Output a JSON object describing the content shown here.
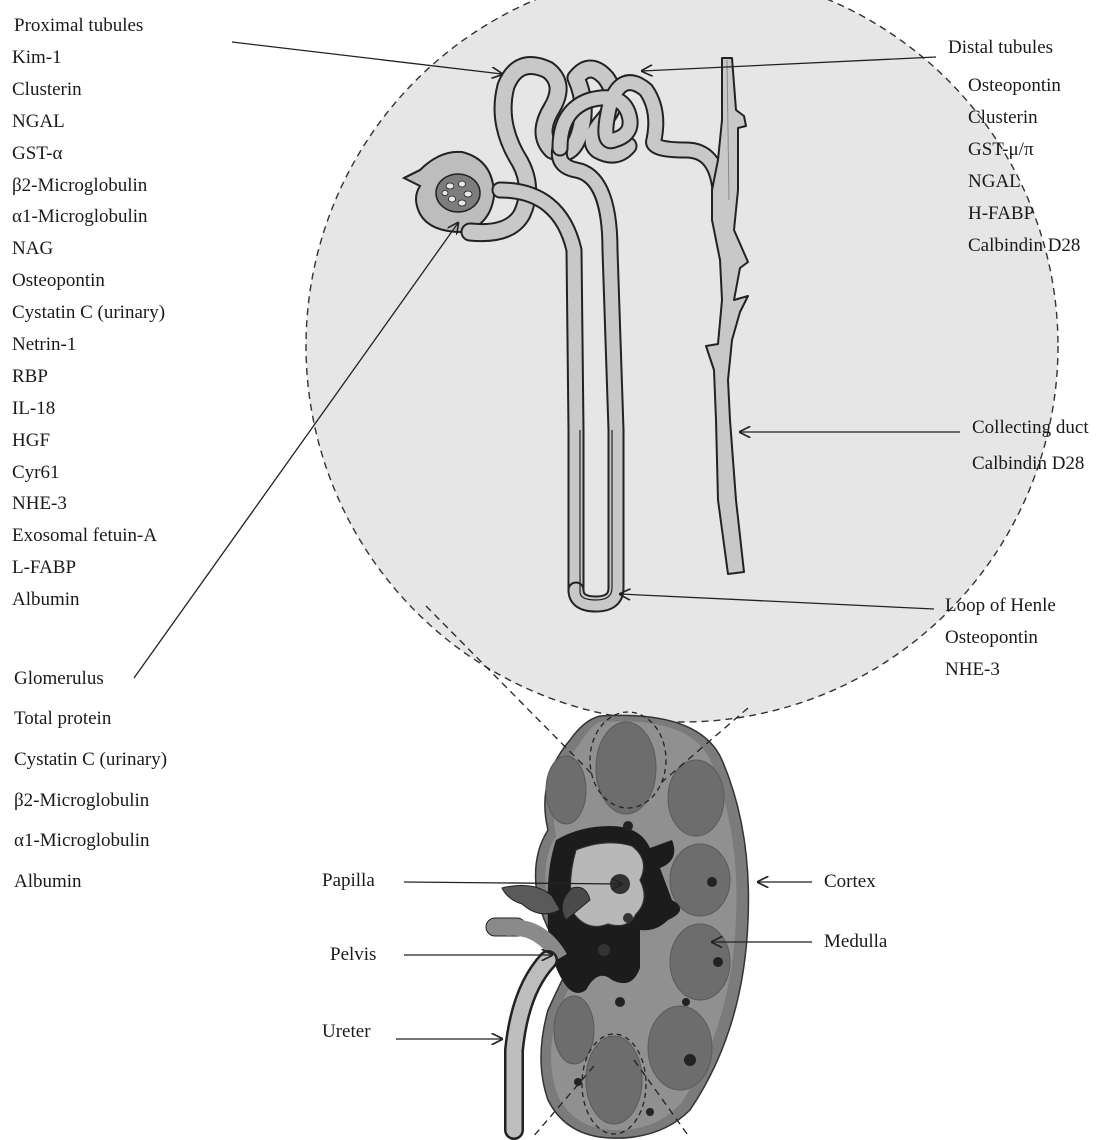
{
  "labels": {
    "proximal_tubules": {
      "title": "Proximal tubules",
      "items": [
        "Kim-1",
        "Clusterin",
        "NGAL",
        "GST-α",
        "β2-Microglobulin",
        "α1-Microglobulin",
        "NAG",
        "Osteopontin",
        "Cystatin C (urinary)",
        "Netrin-1",
        "RBP",
        "IL-18",
        "HGF",
        "Cyr61",
        "NHE-3",
        "Exosomal fetuin-A",
        "L-FABP",
        "Albumin"
      ]
    },
    "glomerulus": {
      "title": "Glomerulus",
      "items": [
        "Total protein",
        "Cystatin C (urinary)",
        "β2-Microglobulin",
        "α1-Microglobulin",
        "Albumin"
      ]
    },
    "distal_tubules": {
      "title": "Distal tubules",
      "items": [
        "Osteopontin",
        "Clusterin",
        "GST-μ/π",
        "NGAL",
        "H-FABP",
        "Calbindin D28"
      ]
    },
    "collecting_duct": {
      "title": "Collecting duct",
      "items": [
        "Calbindin D28"
      ]
    },
    "loop_of_henle": {
      "title": "Loop of Henle",
      "items": [
        "Osteopontin",
        "NHE-3"
      ]
    },
    "kidney": {
      "papilla": "Papilla",
      "pelvis": "Pelvis",
      "ureter": "Ureter",
      "cortex": "Cortex",
      "medulla": "Medulla"
    }
  },
  "colors": {
    "magnified_circle": "#e6e6e6",
    "tubule_fill": "#c8c8c8",
    "tubule_outline": "#222222",
    "kidney_cortex": "#8a8a8a",
    "kidney_medulla": "#707070",
    "kidney_pelvis": "#b5b5b5",
    "line": "#222222"
  }
}
